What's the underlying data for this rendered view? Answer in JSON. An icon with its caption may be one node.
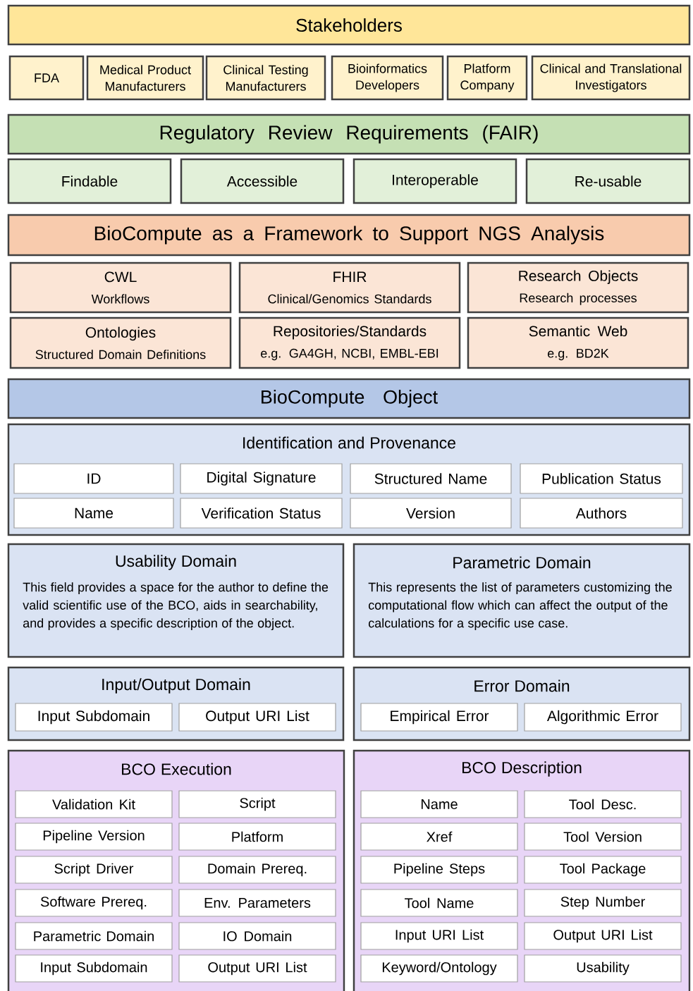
{
  "diagram": {
    "nodes": [
      {
        "text": [
          "Stakeholders"
        ]
      },
      {
        "text": [
          "FDA"
        ]
      },
      {
        "text": [
          "Medical Product Manufacturers"
        ]
      },
      {
        "text": [
          "Clinical Testing Manufacturers"
        ]
      },
      {
        "text": [
          "Bioinformatics Developers"
        ]
      },
      {
        "text": [
          "Platform Company"
        ]
      },
      {
        "text": [
          "Clinical and Translational Investigators"
        ]
      },
      {
        "text": [
          "Regulatory Review Requirements (FAIR)"
        ]
      },
      {
        "text": [
          "Findable"
        ]
      },
      {
        "text": [
          "Accessible"
        ]
      },
      {
        "text": [
          "Interoperable"
        ]
      },
      {
        "text": [
          "Re-usable"
        ]
      },
      {
        "text": [
          "BioCompute as a Framework to Support NGS Analysis"
        ]
      },
      {
        "text": [
          "CWL",
          "Workflows"
        ]
      },
      {
        "text": [
          "FHIR",
          "Clinical/Genomics Standards"
        ]
      },
      {
        "text": [
          "Research Objects",
          "Research processes"
        ]
      },
      {
        "text": [
          "Ontologies",
          "Structured Domain Definitions"
        ]
      },
      {
        "text": [
          "Repositories/Standards",
          "e.g. GA4GH, NCBI, EMBL-EBI"
        ]
      },
      {
        "text": [
          "Semantic Web",
          "e.g. BD2K"
        ]
      },
      {
        "text": [
          "BioCompute Object"
        ]
      },
      {
        "text": [
          "Identification and Provenance"
        ]
      },
      {
        "text": [
          "ID"
        ],
        "in": 20
      },
      {
        "text": [
          "Digital Signature"
        ],
        "in": 20
      },
      {
        "text": [
          "Structured Name"
        ],
        "in": 20
      },
      {
        "text": [
          "Publication Status"
        ],
        "in": 20
      },
      {
        "text": [
          "Name"
        ],
        "in": 20
      },
      {
        "text": [
          "Verification Status"
        ],
        "in": 20
      },
      {
        "text": [
          "Version"
        ],
        "in": 20
      },
      {
        "text": [
          "Authors"
        ],
        "in": 20
      },
      {
        "text": [
          "Usability Domain",
          "This field provides a space for the author to define the valid scientific use of the BCO, aids in searchability, and provides a specific description of the object."
        ]
      },
      {
        "text": [
          "Parametric Domain",
          "This represents the list of parameters customizing the computational flow which can affect the output of the calculations for a specific use case."
        ]
      },
      {
        "text": [
          "Input/Output Domain"
        ]
      },
      {
        "text": [
          "Input Subdomain"
        ],
        "in": 31
      },
      {
        "text": [
          "Output URI List"
        ],
        "in": 31
      },
      {
        "text": [
          "Error Domain"
        ]
      },
      {
        "text": [
          "Empirical Error"
        ],
        "in": 34
      },
      {
        "text": [
          "Algorithmic Error"
        ],
        "in": 34
      },
      {
        "text": [
          "BCO Execution"
        ]
      },
      {
        "text": [
          "Validation Kit"
        ],
        "in": 37
      },
      {
        "text": [
          "Script"
        ],
        "in": 37
      },
      {
        "text": [
          "Pipeline Version"
        ],
        "in": 37
      },
      {
        "text": [
          "Platform"
        ],
        "in": 37
      },
      {
        "text": [
          "Script Driver"
        ],
        "in": 37
      },
      {
        "text": [
          "Domain Prereq."
        ],
        "in": 37
      },
      {
        "text": [
          "Software Prereq."
        ],
        "in": 37
      },
      {
        "text": [
          "Env. Parameters"
        ],
        "in": 37
      },
      {
        "text": [
          "Parametric Domain"
        ],
        "in": 37
      },
      {
        "text": [
          "IO Domain"
        ],
        "in": 37
      },
      {
        "text": [
          "Input Subdomain"
        ],
        "in": 37
      },
      {
        "text": [
          "Output URI List"
        ],
        "in": 37
      },
      {
        "text": [
          "BCO Description"
        ]
      },
      {
        "text": [
          "Name"
        ],
        "in": 50
      },
      {
        "text": [
          "Tool Desc."
        ],
        "in": 50
      },
      {
        "text": [
          "Xref"
        ],
        "in": 50
      },
      {
        "text": [
          "Tool Version"
        ],
        "in": 50
      },
      {
        "text": [
          "Pipeline Steps"
        ],
        "in": 50
      },
      {
        "text": [
          "Tool Package"
        ],
        "in": 50
      },
      {
        "text": [
          "Tool Name"
        ],
        "in": 50
      },
      {
        "text": [
          "Step Number"
        ],
        "in": 50
      },
      {
        "text": [
          "Input URI List"
        ],
        "in": 50
      },
      {
        "text": [
          "Output URI List"
        ],
        "in": 50
      },
      {
        "text": [
          "Keyword/Ontology"
        ],
        "in": 50
      },
      {
        "text": [
          "Usability"
        ],
        "in": 50
      }
    ]
  }
}
